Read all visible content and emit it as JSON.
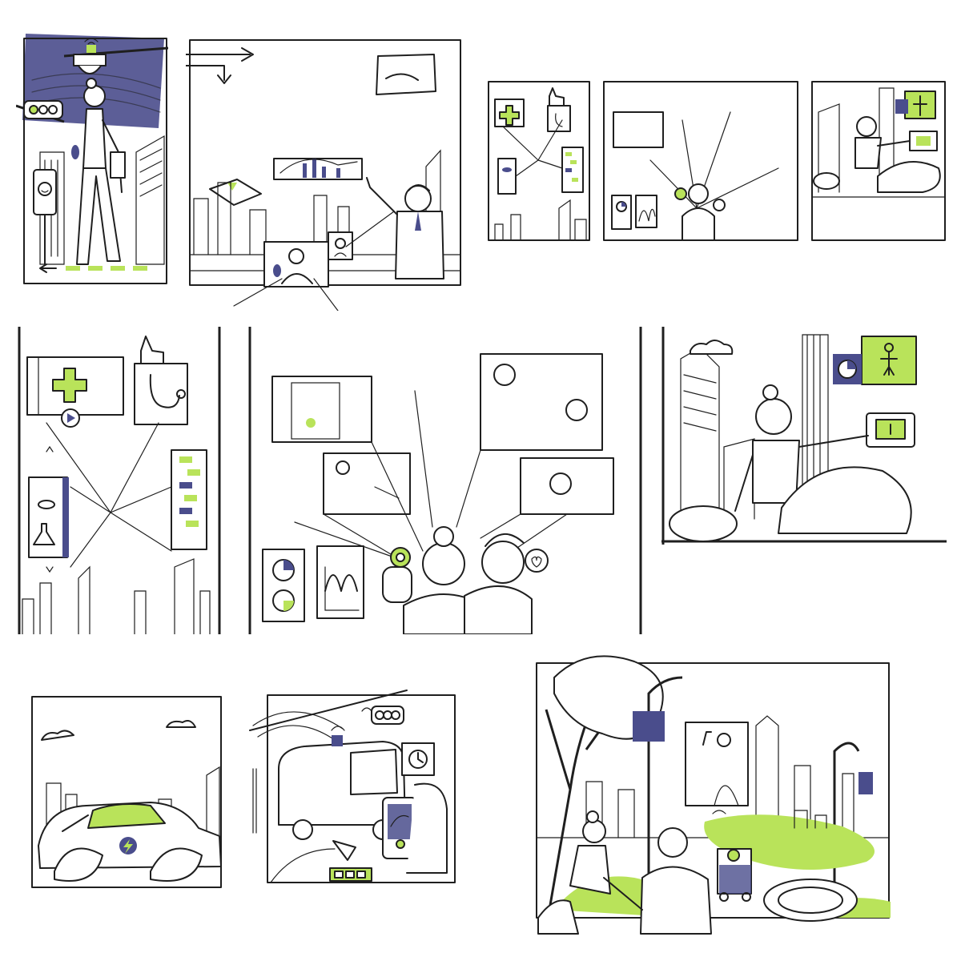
{
  "palette": {
    "accent": "#b9e35a",
    "secondary": "#4a4d8c",
    "ink": "#1f1f1f",
    "paper": "#ffffff"
  },
  "panels": [
    {
      "id": "street-camera",
      "icons": [
        "wifi-icon",
        "cctv-camera-icon",
        "traffic-light-icon",
        "smiley-pedestrian-signal-icon"
      ]
    },
    {
      "id": "city-dashboard",
      "icons": [
        "arrow-right-icon",
        "map-icon",
        "bar-chart-icon",
        "face-scan-icon"
      ]
    },
    {
      "id": "health-thumb",
      "icons": [
        "medical-cross-icon",
        "thumbs-up-icon",
        "stethoscope-icon",
        "chat-icon"
      ]
    },
    {
      "id": "lightbulb-couple-small",
      "icons": [
        "lightbulb-icon",
        "pie-chart-icon",
        "heart-icon"
      ]
    },
    {
      "id": "woman-rock-small",
      "icons": [
        "body-scan-icon",
        "thermostat-icon"
      ]
    },
    {
      "id": "health-large",
      "icons": [
        "medical-cross-icon",
        "play-icon",
        "thumbs-up-icon",
        "stethoscope-icon",
        "pill-icon",
        "flask-icon",
        "chat-icon"
      ]
    },
    {
      "id": "lightbulb-couple-large",
      "icons": [
        "lightbulb-icon",
        "pie-chart-icon",
        "wave-chart-icon",
        "heart-icon"
      ]
    },
    {
      "id": "woman-rock-large",
      "icons": [
        "body-scan-icon",
        "pie-chart-icon",
        "thermostat-icon"
      ]
    },
    {
      "id": "electric-car",
      "icons": [
        "lightning-icon"
      ]
    },
    {
      "id": "autonomous-bus",
      "icons": [
        "wifi-icon",
        "traffic-light-icon",
        "clock-icon",
        "battery-icon",
        "map-pin-icon"
      ]
    },
    {
      "id": "smart-park",
      "icons": [
        "music-note-icon",
        "wifi-icon",
        "heart-icon",
        "robot-icon"
      ]
    }
  ]
}
